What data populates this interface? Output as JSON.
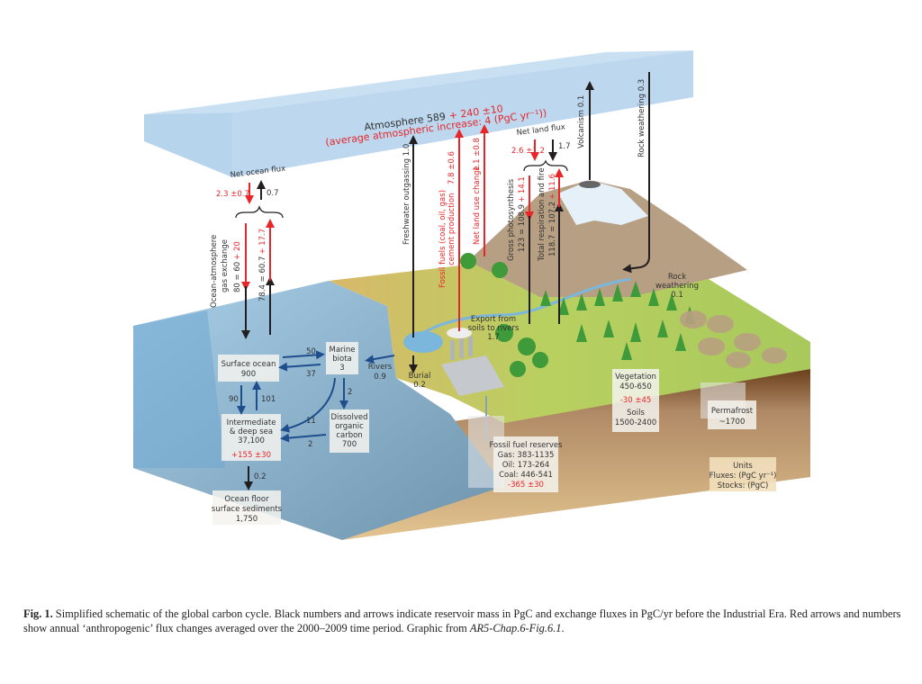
{
  "figure": {
    "atmosphere": {
      "title": "Atmosphere 589",
      "anthro": "+ 240 ±10",
      "increase": "(average atmospheric increase: 4 (PgC yr⁻¹))"
    },
    "ocean_flux": {
      "net_label": "Net ocean flux",
      "net_red": "2.3 ±0.7",
      "net_black": "0.7",
      "exchange_label_1": "Ocean-atmosphere",
      "exchange_label_2": "gas exchange",
      "down_black": "80 = 60",
      "down_red": "+ 20",
      "up_black": "78.4 = 60.7",
      "up_red": "+ 17.7"
    },
    "vertical_fluxes": {
      "freshwater": "Freshwater outgassing  1.0",
      "fossil_1": "Fossil fuels (coal, oil, gas)",
      "fossil_2": "cement production",
      "fossil_val": "7.8 ±0.6",
      "landuse": "Net land use change",
      "landuse_val": "1.1 ±0.8",
      "volcanism": "Volcanism  0.1",
      "rock_weathering": "Rock weathering  0.3"
    },
    "land_flux": {
      "net_label": "Net land flux",
      "net_red": "2.6 ±1.2",
      "net_black": "1.7",
      "photo_label": "Gross photosynthesis",
      "photo_black": "123 = 108.9",
      "photo_red": "+ 14.1",
      "resp_label": "Total respiration and fire",
      "resp_black": "118.7 = 107.2",
      "resp_red": "+ 11.6"
    },
    "surface_labels": {
      "rock_weathering_1": "Rock",
      "rock_weathering_2": "weathering",
      "rock_weathering_3": "0.1",
      "export_1": "Export from",
      "export_2": "soils to rivers",
      "export_3": "1.7",
      "burial_1": "Burial",
      "burial_2": "0.2",
      "rivers_1": "Rivers",
      "rivers_2": "0.9"
    },
    "ocean_reservoirs": {
      "surface_1": "Surface ocean",
      "surface_2": "900",
      "marine_1": "Marine",
      "marine_2": "biota",
      "marine_3": "3",
      "deep_1": "Intermediate",
      "deep_2": "& deep sea",
      "deep_3": "37,100",
      "deep_red": "+155 ±30",
      "doc_1": "Dissolved",
      "doc_2": "organic",
      "doc_3": "carbon",
      "doc_4": "700",
      "sed_1": "Ocean floor",
      "sed_2": "surface sediments",
      "sed_3": "1,750",
      "f_50": "50",
      "f_37": "37",
      "f_90": "90",
      "f_101": "101",
      "f_2a": "2",
      "f_11": "11",
      "f_2b": "2",
      "f_02": "0.2"
    },
    "land_reservoirs": {
      "fossil_1": "Fossil fuel reserves",
      "fossil_2": "Gas: 383-1135",
      "fossil_3": "Oil: 173-264",
      "fossil_4": "Coal: 446-541",
      "fossil_red": "-365 ±30",
      "veg_1": "Vegetation",
      "veg_2": "450-650",
      "veg_red": "-30 ±45",
      "soil_1": "Soils",
      "soil_2": "1500-2400",
      "perma_1": "Permafrost",
      "perma_2": "~1700"
    },
    "units": {
      "title": "Units",
      "fluxes": "Fluxes: (PgC yr⁻¹)",
      "stocks": "Stocks: (PgC)"
    },
    "colors": {
      "anthropogenic": "#e8262a",
      "natural": "#231f20",
      "ocean_arrows": "#1f4e8c"
    }
  },
  "caption": {
    "label": "Fig. 1.",
    "text": " Simplified schematic of the global carbon cycle. Black numbers and arrows indicate reservoir mass in PgC and exchange fluxes in PgC/yr before the Industrial Era. Red arrows and numbers show annual ‘anthropogenic’ flux changes averaged over the 2000–2009 time period. Graphic from ",
    "source": "AR5-Chap.6-Fig.6.1",
    "end": "."
  }
}
